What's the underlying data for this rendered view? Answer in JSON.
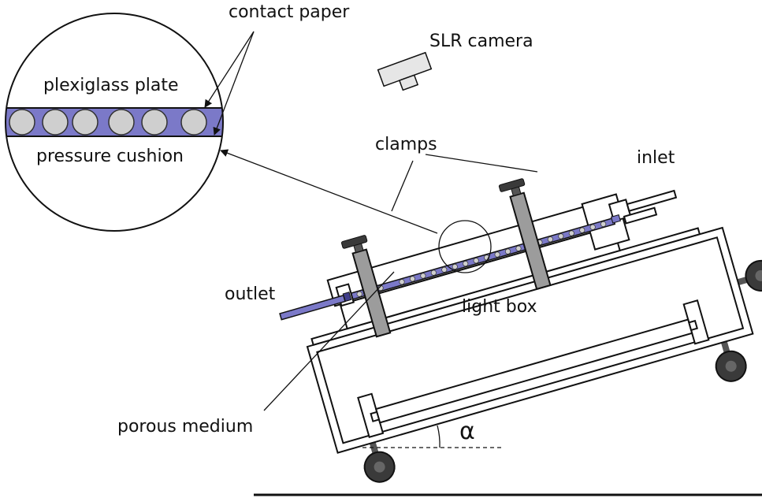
{
  "labels": {
    "contact_paper": "contact paper",
    "slr_camera": "SLR camera",
    "plexiglass_plate": "plexiglass plate",
    "pressure_cushion": "pressure cushion",
    "clamps": "clamps",
    "inlet": "inlet",
    "outlet": "outlet",
    "light_box": "light box",
    "porous_medium": "porous medium",
    "angle": "α"
  },
  "colors": {
    "cell_blue": "#7b79c8",
    "clamp_gray": "#9c9c9c",
    "bead_gray": "#cfcfcf",
    "camera_gray": "#e6e6e6",
    "wheel": "#3a3a3a",
    "outline": "#111111"
  }
}
